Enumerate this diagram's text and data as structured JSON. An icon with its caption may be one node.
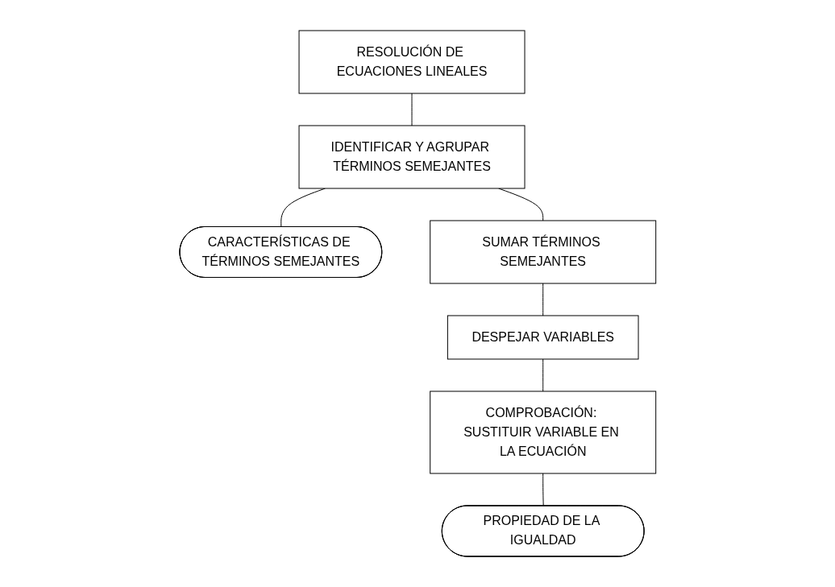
{
  "diagram": {
    "nodes": [
      {
        "text": [
          "RESOLUCIÓN DE ECUACIONES LINEALES"
        ]
      },
      {
        "text": [
          "IDENTIFICAR Y AGRUPAR TÉRMINOS SEMEJANTES"
        ]
      },
      {
        "text": [
          "CARACTERÍSTICAS DE TÉRMINOS SEMEJANTES"
        ]
      },
      {
        "text": [
          "SUMAR TÉRMINOS SEMEJANTES"
        ]
      },
      {
        "text": [
          "DESPEJAR VARIABLES"
        ]
      },
      {
        "text": [
          "PROPIEDAD DE LA IGUALDAD"
        ]
      },
      {
        "text": [
          "COMPROBACIÓN: SUSTITUIR VARIABLE EN LA ECUACIÓN"
        ]
      }
    ],
    "edges": [
      {
        "from": 0,
        "to": 1,
        "arrow": "none"
      },
      {
        "from": 1,
        "to": 2,
        "arrow": "none"
      },
      {
        "from": 1,
        "to": 3,
        "arrow": "none"
      },
      {
        "from": 3,
        "to": 4,
        "arrow": "none"
      },
      {
        "from": 4,
        "to": 6,
        "arrow": "none"
      },
      {
        "from": 6,
        "to": 5,
        "arrow": "none"
      }
    ]
  }
}
